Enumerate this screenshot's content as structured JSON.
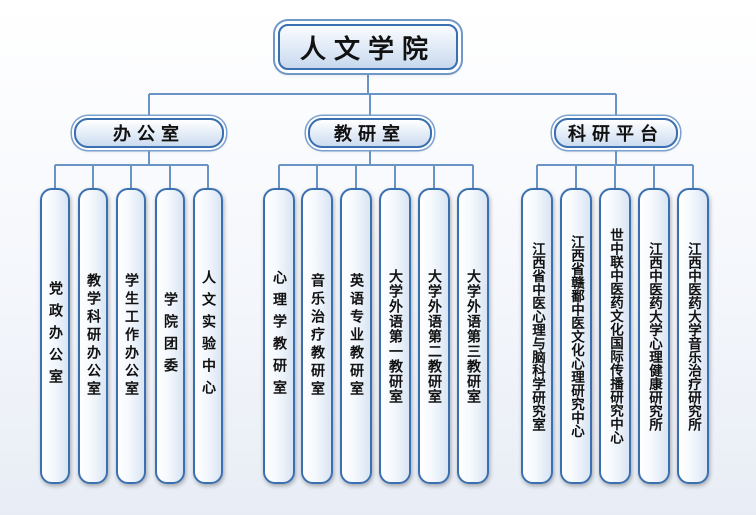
{
  "diagram": {
    "root": "人文学院",
    "groups": [
      {
        "label": "办公室",
        "items": [
          "党政办公室",
          "教学科研办公室",
          "学生工作办公室",
          "学院团委",
          "人文实验中心"
        ]
      },
      {
        "label": "教研室",
        "items": [
          "心理学教研室",
          "音乐治疗教研室",
          "英语专业教研室",
          "大学外语第一教研室",
          "大学外语第二教研室",
          "大学外语第三教研室"
        ]
      },
      {
        "label": "科研平台",
        "items": [
          "江西省中医心理与脑科学研究室",
          "江西省赣鄱中医文化心理研究中心",
          "世中联中医药文化国际传播研究中心",
          "江西中医药大学心理健康研究所",
          "江西中医药大学音乐治疗研究所"
        ]
      }
    ],
    "colors": {
      "line": "#6b94c6",
      "border": "#3a6fb0"
    }
  }
}
